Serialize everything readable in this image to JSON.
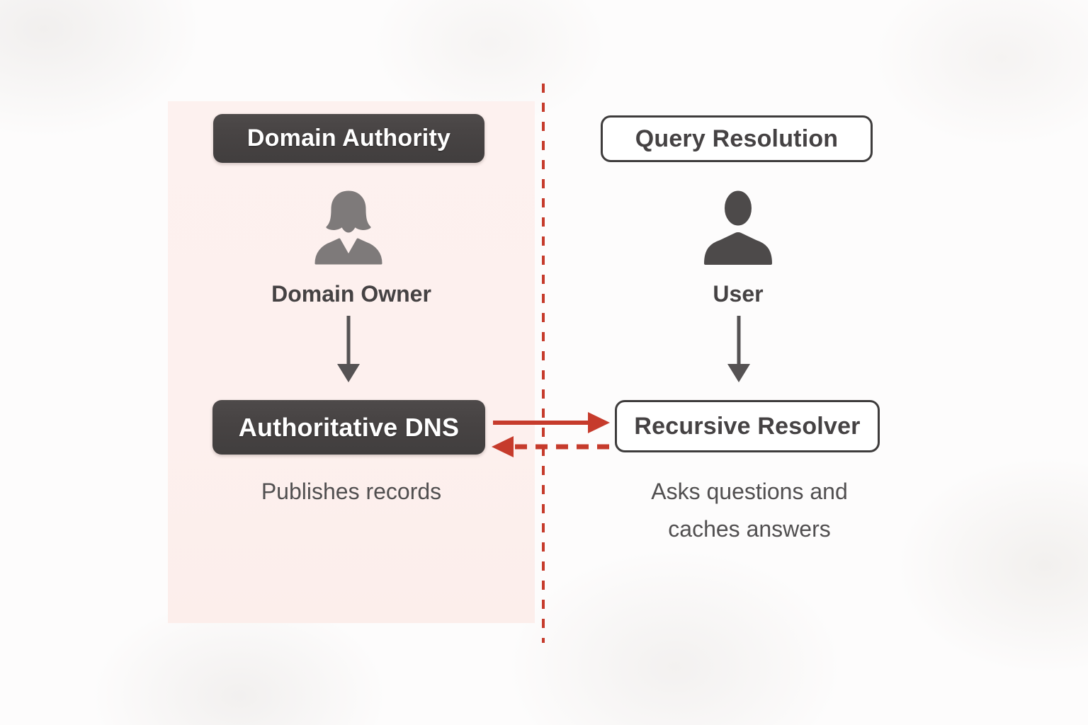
{
  "diagram": {
    "left_section": {
      "header": "Domain Authority",
      "actor": {
        "icon": "woman-silhouette-icon",
        "label": "Domain Owner"
      },
      "node": "Authoritative DNS",
      "caption": "Publishes records",
      "panel_color": "#fdf0ee"
    },
    "right_section": {
      "header": "Query Resolution",
      "actor": {
        "icon": "man-silhouette-icon",
        "label": "User"
      },
      "node": "Recursive Resolver",
      "caption": "Asks questions and caches answers"
    },
    "connections": {
      "query_arrow": "solid-right-arrow",
      "response_arrow": "dashed-left-arrow",
      "divider": "vertical-dashed-line"
    },
    "colors": {
      "accent_red": "#c63b2c",
      "dark_box": "#484444",
      "outline_border": "#3e3c3c",
      "panel_pink": "#fdf0ee",
      "icon_gray": "#7e7a7a",
      "icon_dark_gray": "#4d4a4a",
      "text_dark": "#454243",
      "text_caption": "#514f50"
    }
  }
}
